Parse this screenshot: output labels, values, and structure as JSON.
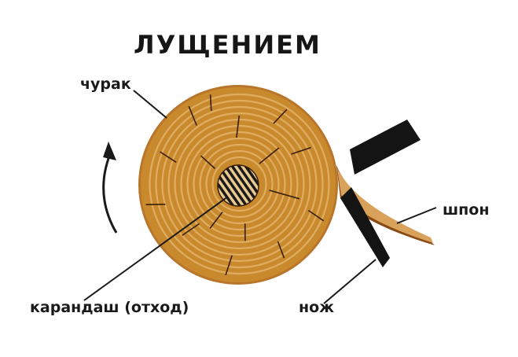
{
  "title": "ЛУЩЕНИЕМ",
  "labels": {
    "churak": "чурак",
    "karandash": "карандаш (отход)",
    "nozh": "нож",
    "shpon": "шпон"
  },
  "colors": {
    "wood": "#c98a2e",
    "wood_dark": "#8a4a14",
    "ring": "#e2b46a",
    "ink": "#1a1a1a",
    "veneer": "#d9a25a"
  }
}
